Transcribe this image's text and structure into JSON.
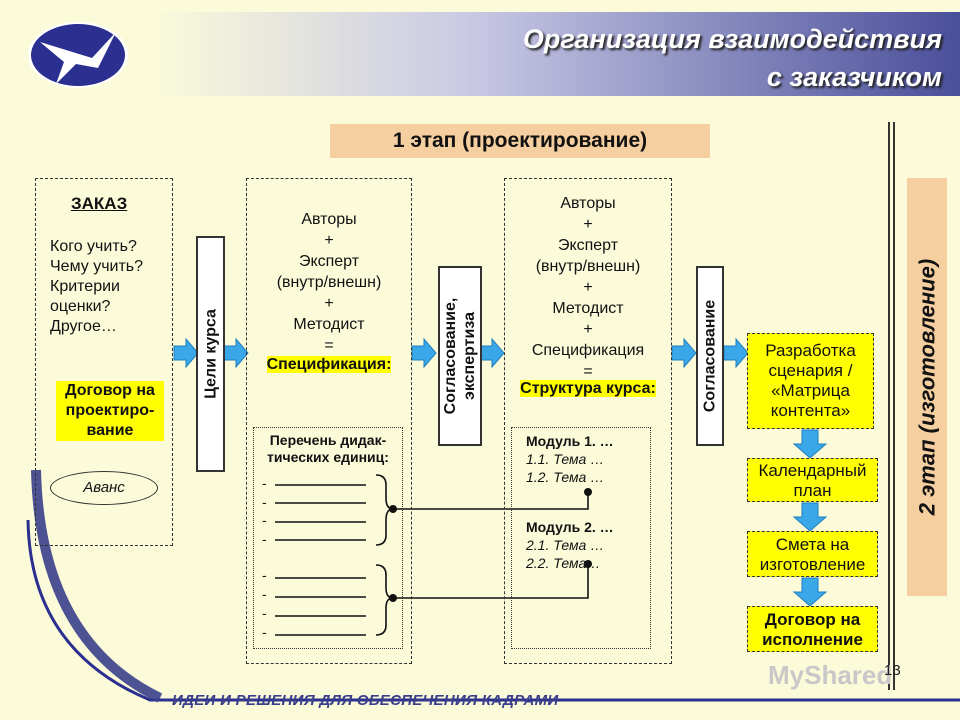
{
  "header": {
    "title_line1": "Организация взаимодействия",
    "title_line2": "с заказчиком"
  },
  "stage1": "1 этап (проектирование)",
  "stage2": "2 этап (изготовление)",
  "order": {
    "heading": "ЗАКАЗ",
    "questions": [
      "Кого учить?",
      "Чему учить?",
      "Критерии",
      "оценки?",
      "Другое…"
    ],
    "contract": [
      "Договор на",
      "проектиро-",
      "вание"
    ],
    "advance": "Аванс"
  },
  "goals": "Цели курса",
  "team1": {
    "lines": [
      "Авторы",
      "+",
      "Эксперт",
      "(внутр/внешн)",
      "+",
      "Методист",
      "="
    ],
    "result": "Спецификация:"
  },
  "didactic": {
    "heading": [
      "Перечень дидак-",
      "тических единиц:"
    ],
    "dash": "-"
  },
  "approval1": [
    "Согласование,",
    "экспертиза"
  ],
  "team2": {
    "lines": [
      "Авторы",
      "+",
      "Эксперт",
      "(внутр/внешн)",
      "+",
      "Методист",
      "+",
      "Спецификация",
      "="
    ],
    "result": "Структура курса:"
  },
  "modules": {
    "m1": "Модуль 1. …",
    "m1_t1": "1.1. Тема …",
    "m1_t2": "1.2. Тема …",
    "m2": "Модуль 2. …",
    "m2_t1": "2.1. Тема …",
    "m2_t2": "2.2. Тема…"
  },
  "approval2": "Согласование",
  "steps": {
    "s1": [
      "Разработка",
      "сценария /",
      "«Матрица",
      "контента»"
    ],
    "s2": [
      "Календарный",
      "план"
    ],
    "s3": [
      "Смета на",
      "изготовление"
    ],
    "s4": [
      "Договор на",
      "исполнение"
    ]
  },
  "footer": "ИДЕИ И РЕШЕНИЯ ДЛЯ ОБЕСПЕЧЕНИЯ КАДРАМИ",
  "watermark": "MyShared",
  "page_number": "13",
  "colors": {
    "yellow": "#ffff00",
    "peach": "#f6cfa0",
    "arrow": "#3aa8e8",
    "navy": "#2a2f90"
  }
}
